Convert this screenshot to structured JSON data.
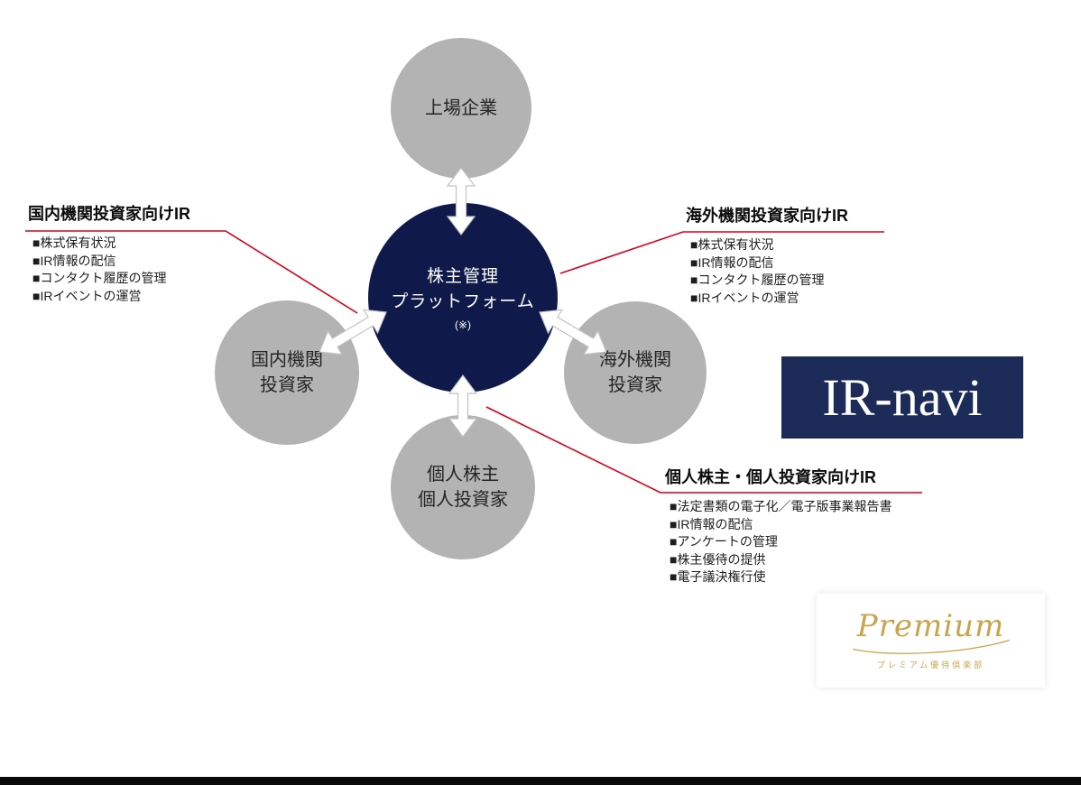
{
  "diagram": {
    "center_node": {
      "line1": "株主管理",
      "line2": "プラットフォーム",
      "note": "(※)"
    },
    "node_top": {
      "label": "上場企業"
    },
    "node_left": {
      "line1": "国内機関",
      "line2": "投資家"
    },
    "node_right": {
      "line1": "海外機関",
      "line2": "投資家"
    },
    "node_bottom": {
      "line1": "個人株主",
      "line2": "個人投資家"
    },
    "callout_domestic": {
      "title": "国内機関投資家向けIR",
      "items": [
        "■株式保有状況",
        "■IR情報の配信",
        "■コンタクト履歴の管理",
        "■IRイベントの運営"
      ]
    },
    "callout_overseas": {
      "title": "海外機関投資家向けIR",
      "items": [
        "■株式保有状況",
        "■IR情報の配信",
        "■コンタクト履歴の管理",
        "■IRイベントの運営"
      ]
    },
    "callout_individual": {
      "title": "個人株主・個人投資家向けIR",
      "items": [
        "■法定書類の電子化／電子版事業報告書",
        "■IR情報の配信",
        "■アンケートの管理",
        "■株主優待の提供",
        "■電子議決権行使"
      ]
    }
  },
  "irnavi": {
    "label": "IR-navi"
  },
  "premium": {
    "logo_text": "Premium",
    "subtext": "プレミアム優待倶楽部"
  },
  "colors": {
    "navy_circle": "#0f1a4b",
    "gray_circle": "#b3b3b3",
    "red_line": "#d7001e",
    "irnavi_bg": "#1d2b58",
    "premium_gold": "#c9a44e"
  }
}
